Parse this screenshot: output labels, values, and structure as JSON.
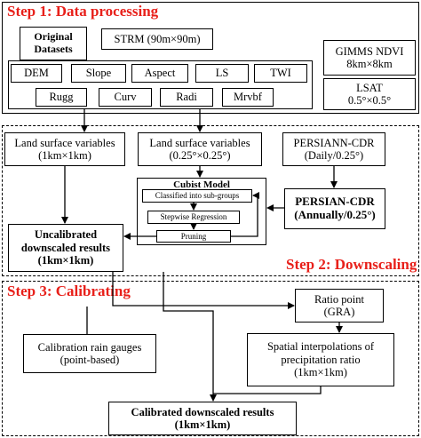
{
  "steps": {
    "step1": "Step 1: Data processing",
    "step2": "Step 2: Downscaling",
    "step3": "Step 3: Calibrating"
  },
  "data_processing": {
    "original_datasets": "Original Datasets",
    "strm": "STRM (90m×90m)",
    "variables_row1": [
      "DEM",
      "Slope",
      "Aspect",
      "LS",
      "TWI"
    ],
    "variables_row2": [
      "Rugg",
      "Curv",
      "Radi",
      "Mrvbf"
    ],
    "gimms_line1": "GIMMS NDVI",
    "gimms_line2": "8km×8km",
    "lsat_line1": "LSAT",
    "lsat_line2": "0.5°×0.5°"
  },
  "downscaling": {
    "lsv_fine_line1": "Land surface variables",
    "lsv_fine_line2": "(1km×1km)",
    "lsv_coarse_line1": "Land surface variables",
    "lsv_coarse_line2": "(0.25°×0.25°)",
    "persiann_line1": "PERSIANN-CDR",
    "persiann_line2": "(Daily/0.25°)",
    "persian_annual_line1": "PERSIAN-CDR",
    "persian_annual_line2": "(Annually/0.25°)",
    "cubist_title": "Cubist Model",
    "cubist_step1": "Classified into sub-groups",
    "cubist_step2": "Stepwise Regression",
    "cubist_step3": "Pruning",
    "uncal_line1": "Uncalibrated",
    "uncal_line2": "downscaled results",
    "uncal_line3": "(1km×1km)"
  },
  "calibrating": {
    "ratio_line1": "Ratio point",
    "ratio_line2": "(GRA)",
    "gauges_line1": "Calibration rain gauges",
    "gauges_line2": "(point-based)",
    "interp_line1": "Spatial interpolations of",
    "interp_line2": "precipitation ratio",
    "interp_line3": "(1km×1km)",
    "final_line1": "Calibrated downscaled results",
    "final_line2": "(1km×1km)"
  }
}
